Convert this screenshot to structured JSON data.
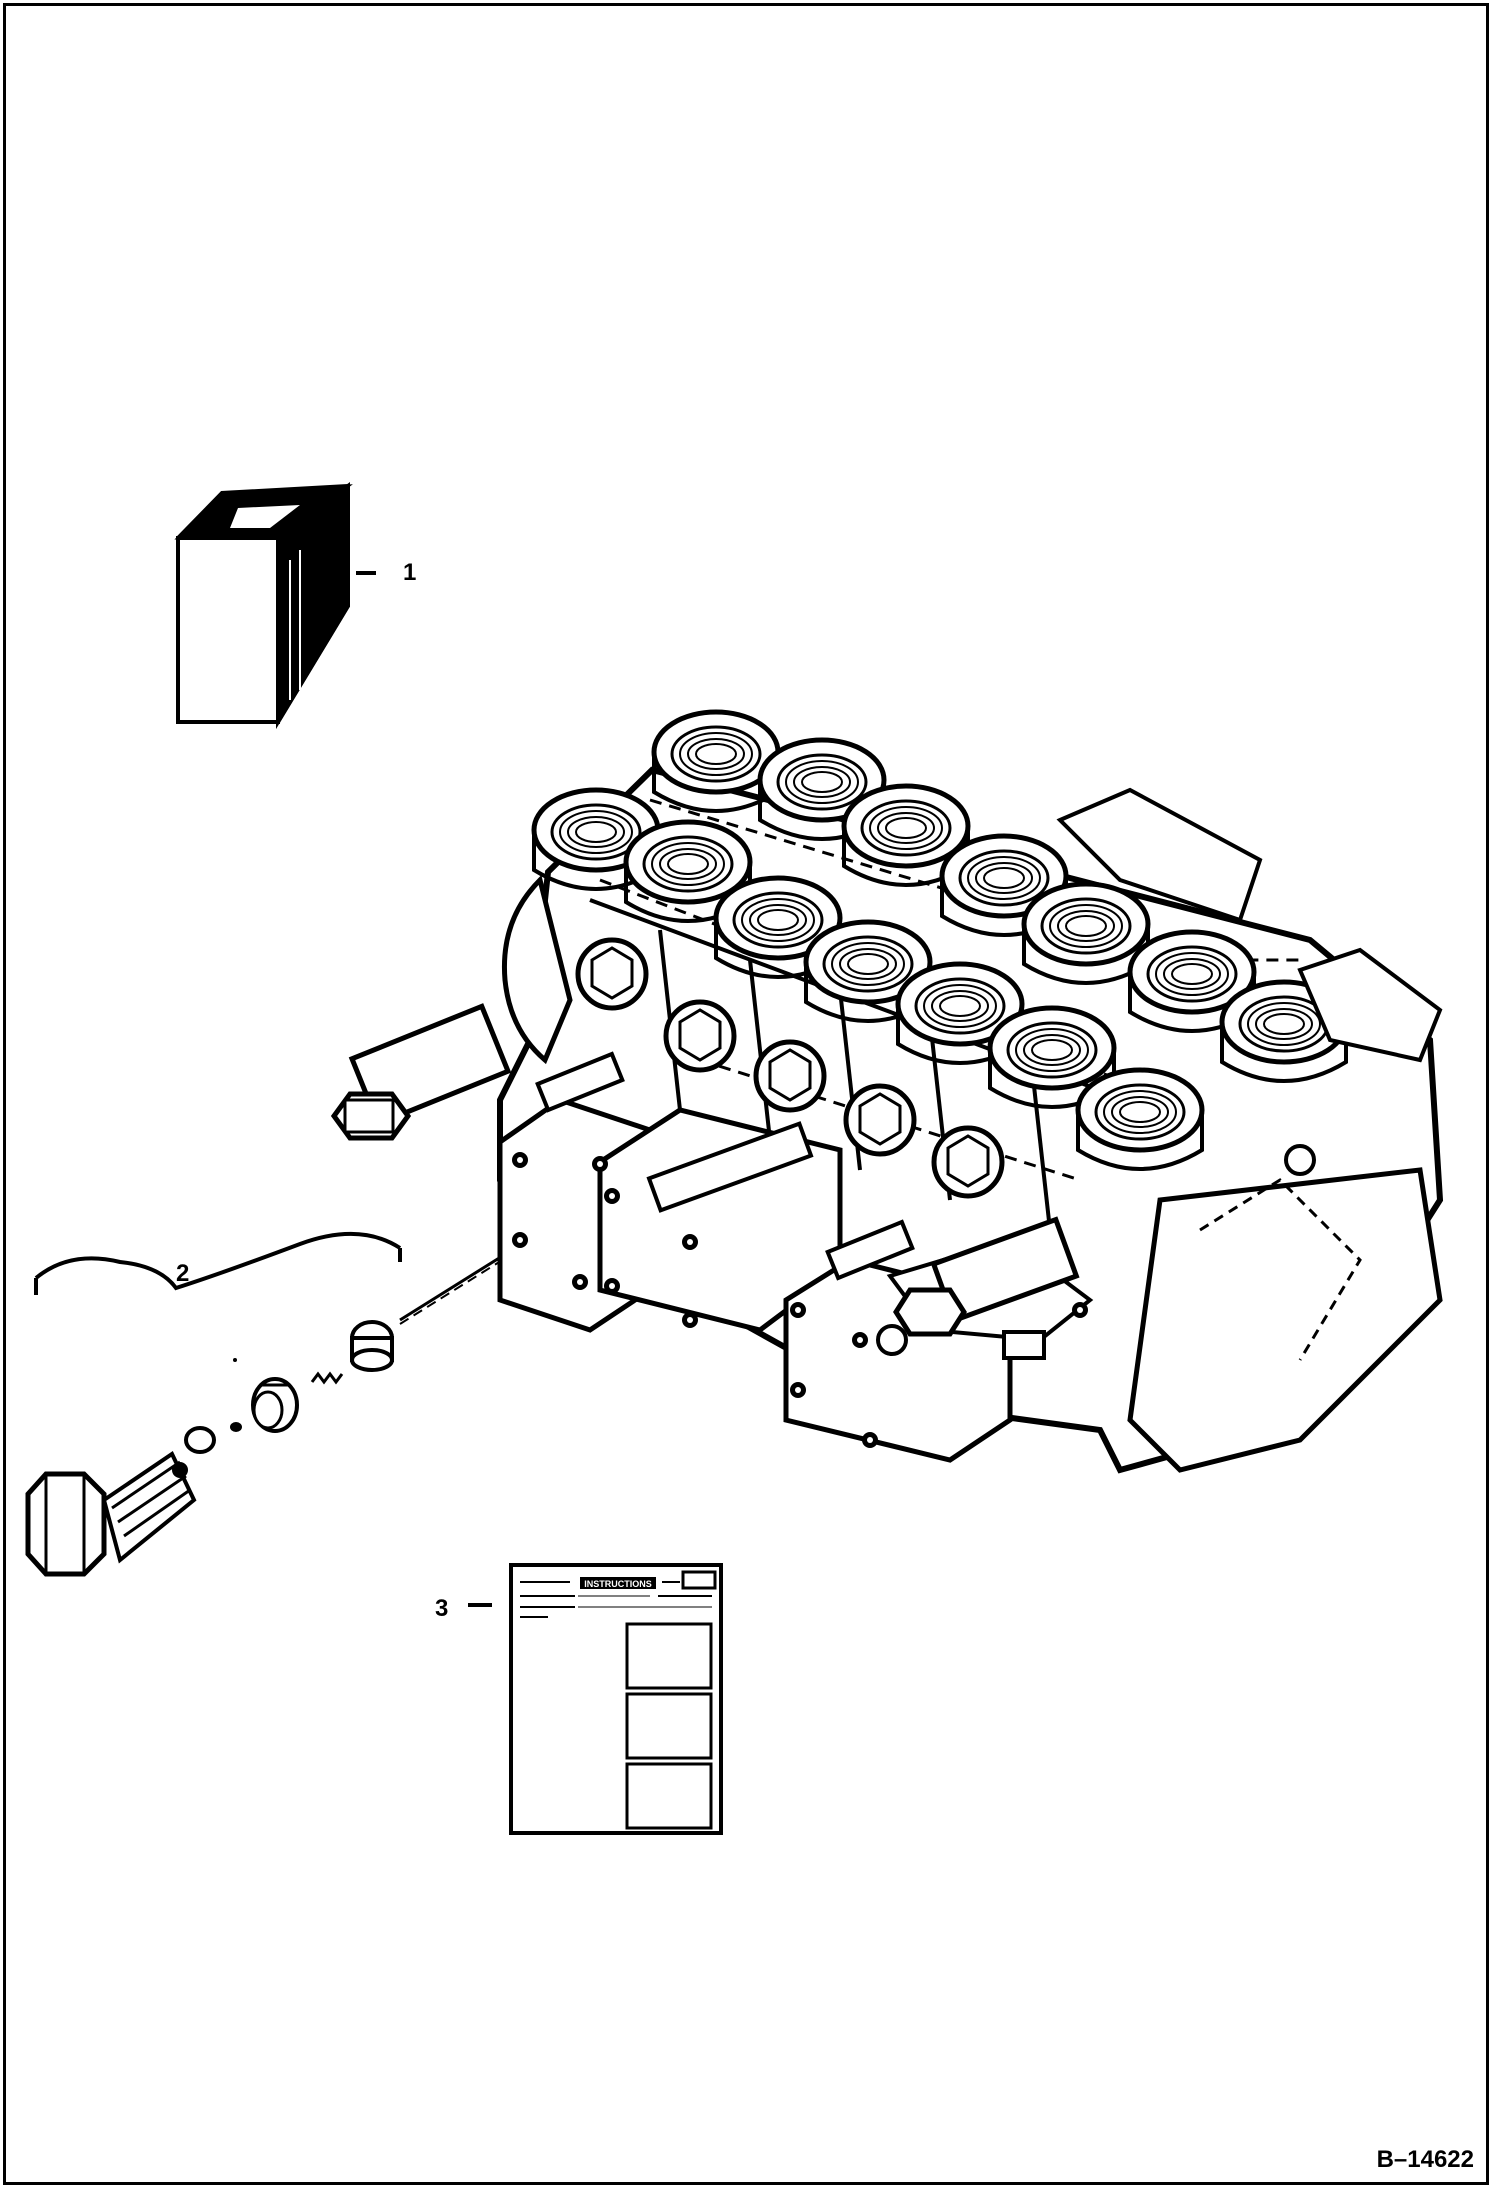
{
  "callouts": {
    "item_1": "1",
    "item_2": "2",
    "item_3": "3"
  },
  "figure_id": "B–14622",
  "instruction_sheet": {
    "heading": "INSTRUCTIONS"
  },
  "colors": {
    "line": "#000000",
    "background": "#ffffff"
  }
}
